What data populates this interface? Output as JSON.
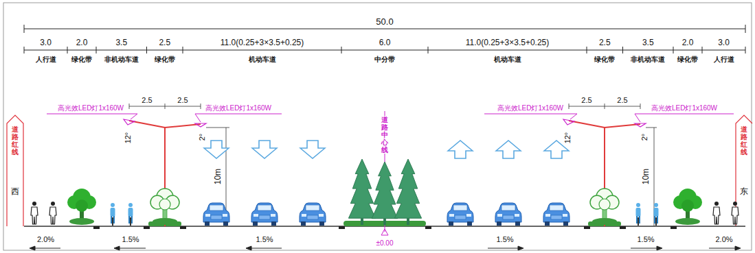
{
  "diagram": {
    "labels": [
      "50.0",
      "3.0",
      "2.0",
      "3.5",
      "2.5",
      "11.0(0.25+3×3.5+0.25)",
      "6.0",
      "11.0(0.25+3×3.5+0.25)",
      "2.5",
      "3.5",
      "2.0",
      "3.0",
      "人行道",
      "绿化带",
      "非机动车道",
      "绿化带",
      "机动车道",
      "中分带",
      "机动车道",
      "绿化带",
      "非机动车道",
      "绿化带",
      "人行道",
      "高光效LED灯1x160W",
      "高光效LED灯1x160W",
      "高光效LED灯1x160W",
      "高光效LED灯1x160W",
      "2.5",
      "2.5",
      "2.5",
      "2.5",
      "12°",
      "2°",
      "12°",
      "2°",
      "10m",
      "10m",
      "道路中心线",
      "道路红线",
      "西",
      "道路红线",
      "东",
      "2.0%",
      "1.5%",
      "1.5%",
      "1.5%",
      "1.5%",
      "2.0%",
      "±0.00"
    ]
  }
}
